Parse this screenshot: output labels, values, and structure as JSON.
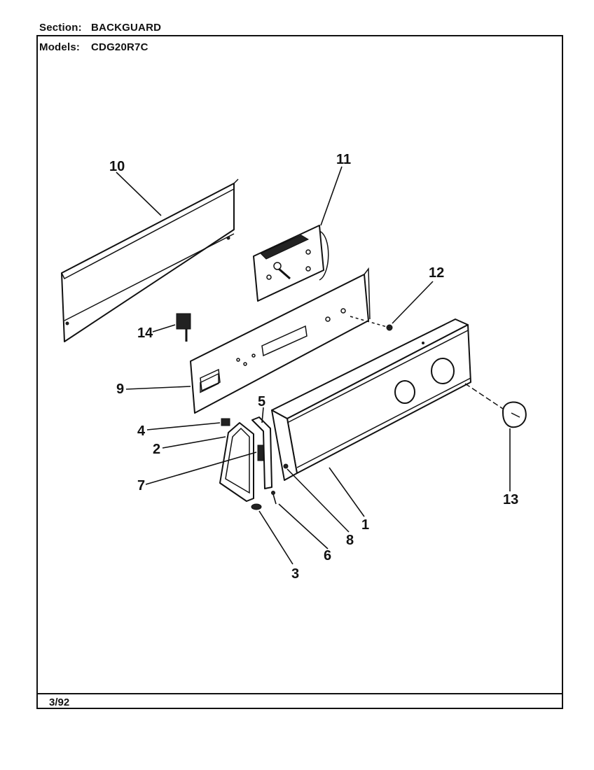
{
  "header": {
    "section_label": "Section:",
    "section_value": "BACKGUARD",
    "models_label": "Models:",
    "models_value": "CDG20R7C"
  },
  "footer": {
    "date": "3/92"
  },
  "callouts": [
    {
      "id": "1",
      "label": "1"
    },
    {
      "id": "2",
      "label": "2"
    },
    {
      "id": "3",
      "label": "3"
    },
    {
      "id": "4",
      "label": "4"
    },
    {
      "id": "5",
      "label": "5"
    },
    {
      "id": "6",
      "label": "6"
    },
    {
      "id": "7",
      "label": "7"
    },
    {
      "id": "8",
      "label": "8"
    },
    {
      "id": "9",
      "label": "9"
    },
    {
      "id": "10",
      "label": "10"
    },
    {
      "id": "11",
      "label": "11"
    },
    {
      "id": "12",
      "label": "12"
    },
    {
      "id": "13",
      "label": "13"
    },
    {
      "id": "14",
      "label": "14"
    }
  ]
}
